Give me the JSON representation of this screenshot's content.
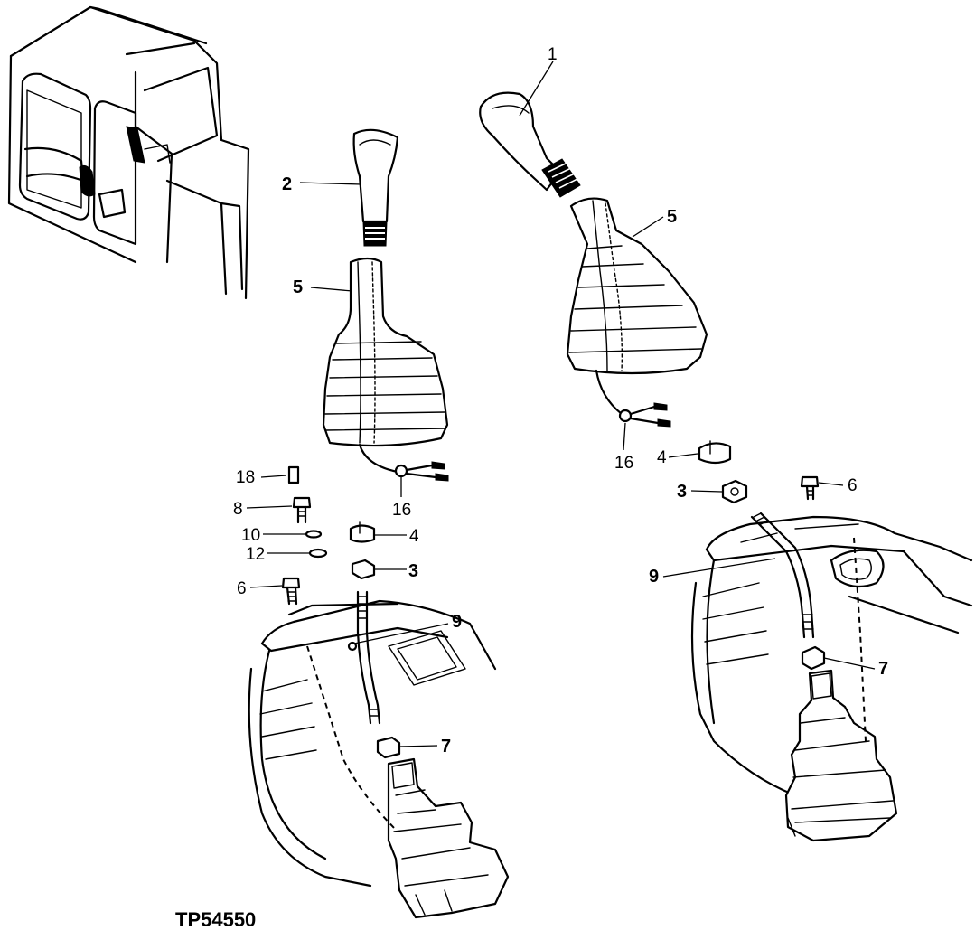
{
  "figure_id": "TP54550",
  "callouts": {
    "c1": "1",
    "c2": "2",
    "c3": "3",
    "c4": "4",
    "c5": "5",
    "c6": "6",
    "c7": "7",
    "c8": "8",
    "c9": "9",
    "c10": "10",
    "c12": "12",
    "c16": "16",
    "c18": "18"
  }
}
